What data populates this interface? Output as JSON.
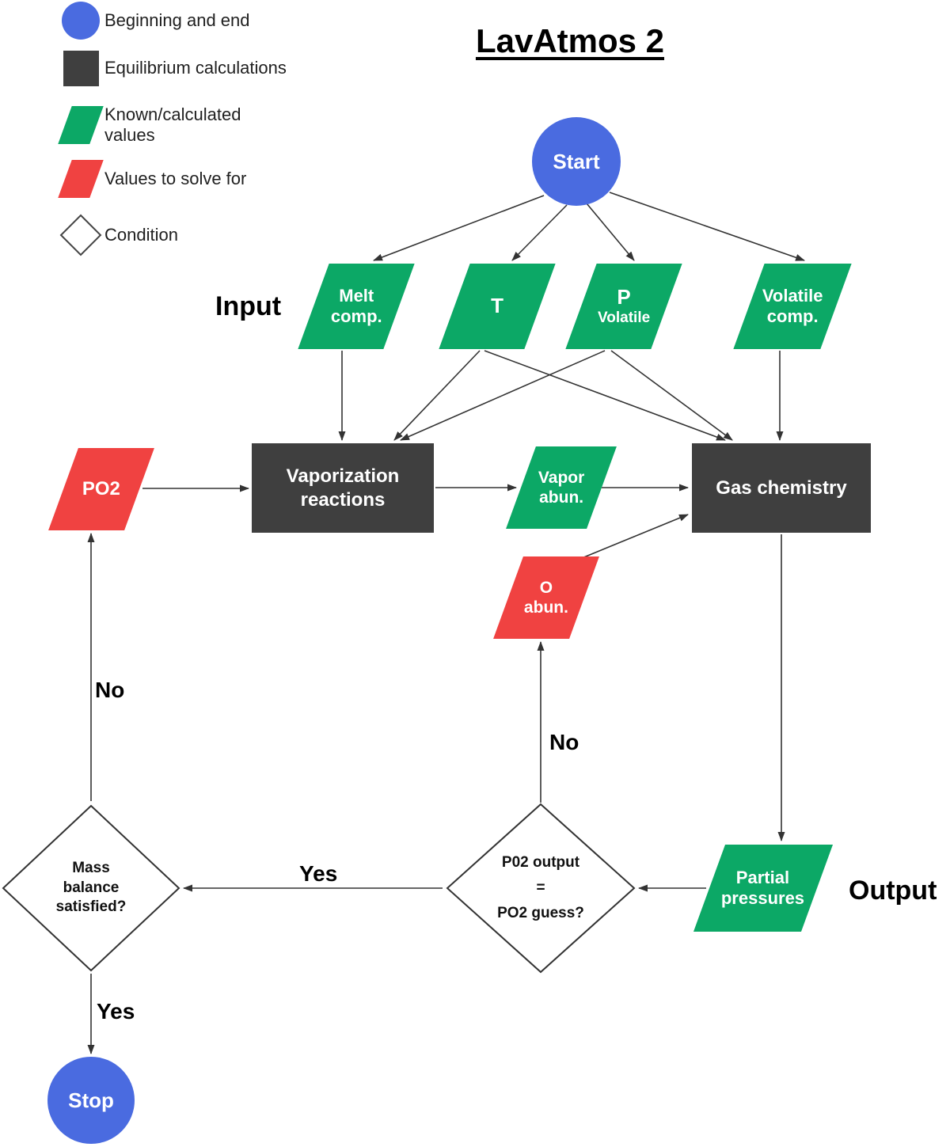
{
  "title": "LavAtmos 2",
  "legend": [
    {
      "shape": "circle",
      "label": "Beginning and end"
    },
    {
      "shape": "square",
      "label": "Equilibrium calculations"
    },
    {
      "shape": "parallelogram-green",
      "label": "Known/calculated values"
    },
    {
      "shape": "parallelogram-red",
      "label": "Values to solve for"
    },
    {
      "shape": "diamond",
      "label": "Condition"
    }
  ],
  "section_labels": {
    "input": "Input",
    "output": "Output"
  },
  "edge_labels": {
    "no_left": "No",
    "no_mid": "No",
    "yes_mid": "Yes",
    "yes_bottom": "Yes"
  },
  "nodes": {
    "start": {
      "label": "Start"
    },
    "melt_comp": {
      "lines": [
        "Melt",
        "comp."
      ]
    },
    "temperature": {
      "label": "T"
    },
    "p_volatile": {
      "lines": [
        "P",
        "Volatile"
      ]
    },
    "volatile_comp": {
      "lines": [
        "Volatile",
        "comp."
      ]
    },
    "po2": {
      "label": "PO2"
    },
    "vaporization_reactions": {
      "lines": [
        "Vaporization",
        "reactions"
      ]
    },
    "vapor_abun": {
      "lines": [
        "Vapor",
        "abun."
      ]
    },
    "gas_chemistry": {
      "label": "Gas chemistry"
    },
    "o_abun": {
      "lines": [
        "O",
        "abun."
      ]
    },
    "partial_pressures": {
      "lines": [
        "Partial",
        "pressures"
      ]
    },
    "po2_check": {
      "lines": [
        "P02 output",
        "=",
        "PO2 guess?"
      ]
    },
    "mass_balance": {
      "lines": [
        "Mass",
        "balance",
        "satisfied?"
      ]
    },
    "stop": {
      "label": "Stop"
    }
  },
  "colors": {
    "start_stop_blue": "#4a6be0",
    "known_green": "#0ca866",
    "solve_red": "#f04241",
    "calc_dark": "#3f3f3f",
    "line": "#333333"
  }
}
